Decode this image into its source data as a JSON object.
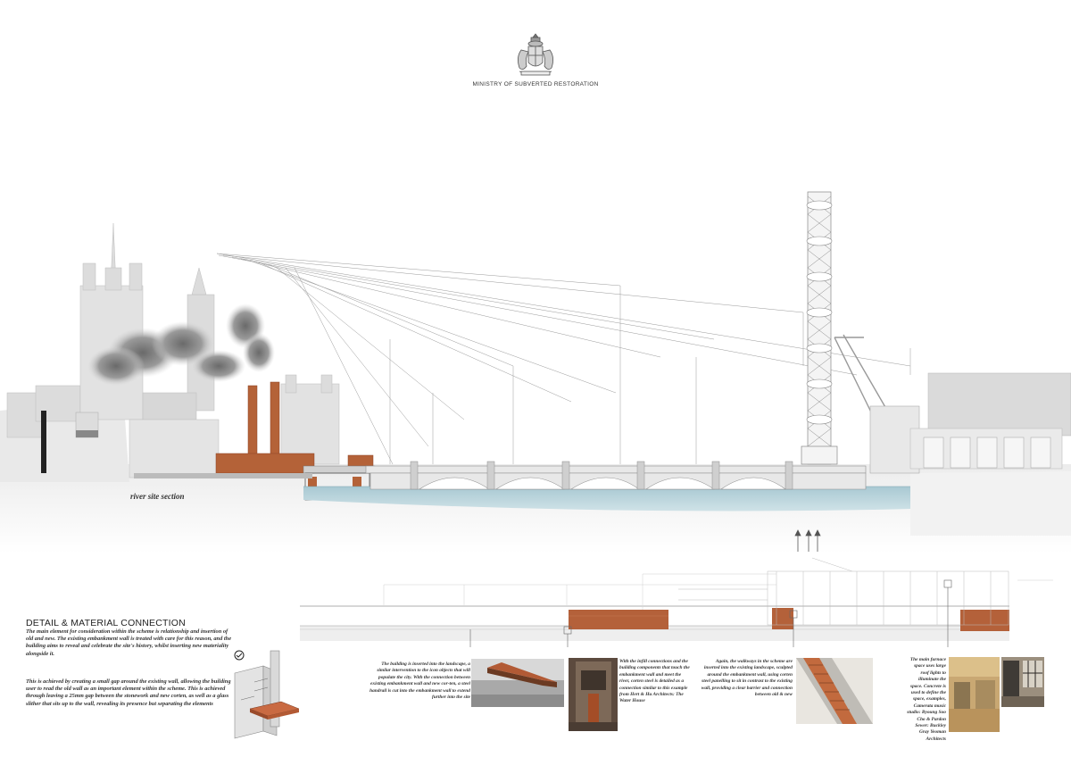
{
  "header": {
    "title": "MINISTRY OF SUBVERTED RESTORATION",
    "crest_icon": "royal-coat-of-arms-icon"
  },
  "section": {
    "label": "river site section",
    "river_color": "#9bbfca",
    "corten_color": "#b4613a"
  },
  "detail": {
    "heading": "DETAIL & MATERIAL CONNECTION",
    "paragraph_1": "The main element for consideration within the scheme is relationship and insertion of old and new. The existing embankment wall is treated with care for this reason, and the building aims to reveal and celebrate the site's history, whilst inserting new materiality alongside it.",
    "paragraph_2": "This is achieved by creating a small gap around the existing wall, allowing the building user to read the old wall as an important element within the scheme. This is achieved through leaving a 25mm gap between the stonework and new corten, as well as a glass slither that sits up to the wall, revealing its presence but separating the elements"
  },
  "captions": [
    "The building is inserted into the landscape, a similar intervention to the icon objects that will populate the city. With the connection between existing embankment wall and new cor-ten, a steel handrail is cut into the embankment wall to extend further into the site",
    "With the infill connections and the building components that touch the embankment wall and meet the river, corten steel is detailed as a connection similar to this example from Hert & Hu Architects: The Water House",
    "Again, the walkways in the scheme are inserted into the existing landscape, sculpted around the embankment wall, using corten steel panelling to sit in contrast to the existing wall, providing a clear barrier and connection between old & new",
    "The main furnace space uses large roof lights to illuminate the space. Concrete is used to define the space, examples, Camerata music studio: Byoung Soo Cho & Pardon Sewer: Buckley Gray Yeoman Architects"
  ]
}
